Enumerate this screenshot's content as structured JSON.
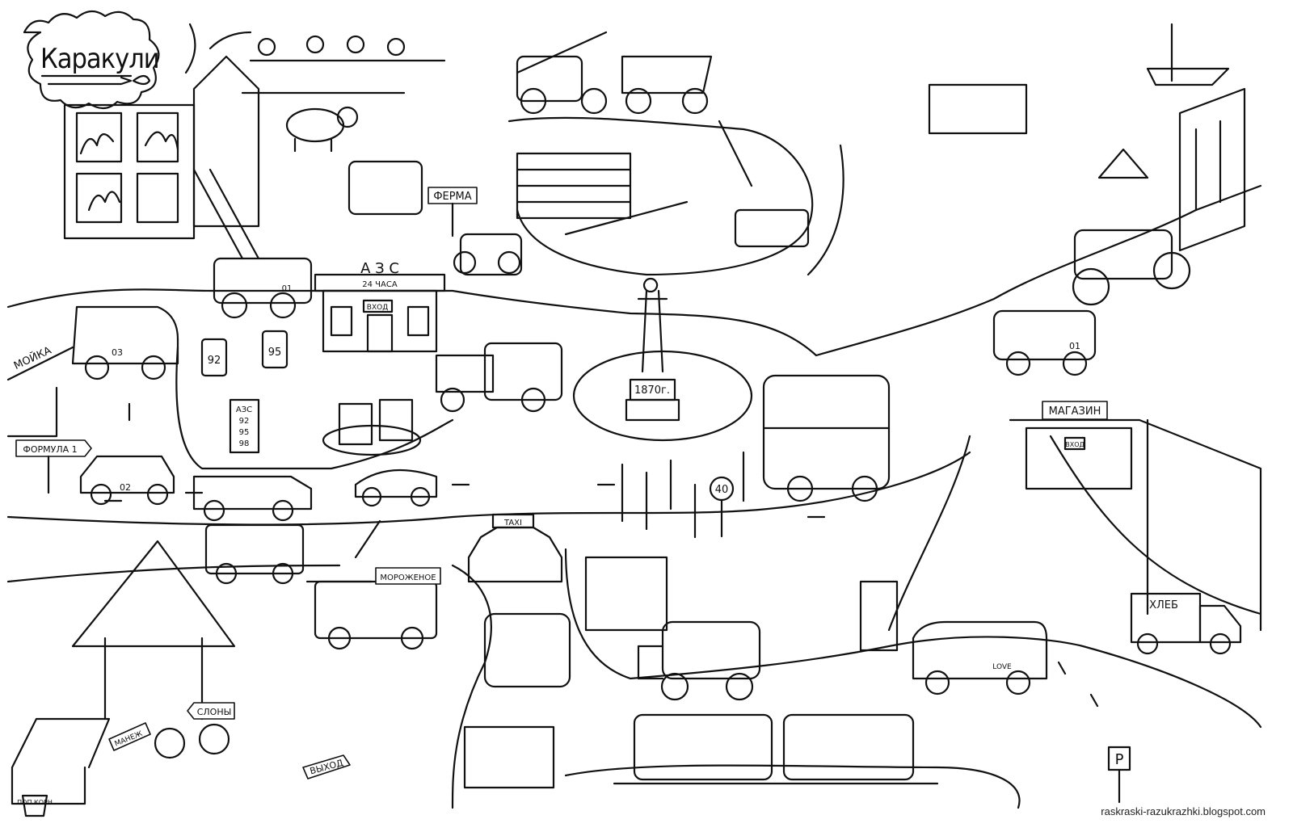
{
  "logo": {
    "text": "Каракули"
  },
  "signs": {
    "farm": "ФЕРМА",
    "gas_station": "А З С",
    "gas_hours": "24 ЧАСА",
    "gas_entrance": "ВХОД",
    "pump_a": "92",
    "pump_b": "95",
    "price_board_title": "АЗС",
    "price_board_lines": [
      "92",
      "95",
      "98"
    ],
    "car_wash": "МОЙКА",
    "formula": "ФОРМУЛА 1",
    "monument_year": "1870г.",
    "speed_limit": "40",
    "shop": "МАГАЗИН",
    "shop_entrance": "ВХОД",
    "taxi": "TAXI",
    "ice_cream": "МОРОЖЕНОЕ",
    "bread": "ХЛЕБ",
    "van_text": "LOVE",
    "elephants": "СЛОНЫ",
    "arena": "МАНЕЖ",
    "exit": "ВЫХОД",
    "popcorn": "ПОП КОРН",
    "parking": "P"
  },
  "vehicles": {
    "ambulance": "03",
    "police": "02",
    "fire_truck_left": "01",
    "fire_truck_right": "01"
  },
  "watermark": "raskraski-razukrazhki.blogspot.com"
}
